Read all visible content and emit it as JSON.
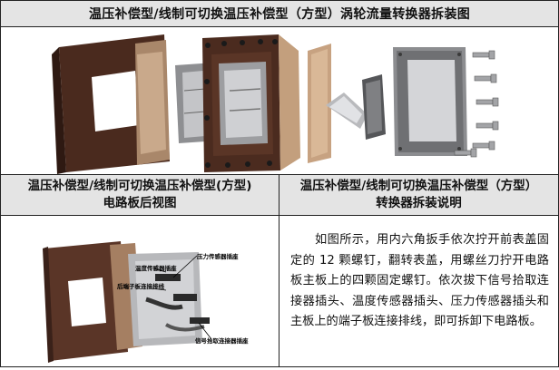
{
  "page": {
    "title": "温压补偿型/线制可切换温压补偿型（方型）涡轮流量转换器拆装图"
  },
  "left_panel": {
    "heading_line1": "温压补偿型/线制可切换温压补偿型(方型)",
    "heading_line2": "电路板后视图",
    "labels": {
      "pressure_sensor_plug": "压力传感器插座",
      "temp_sensor_plug": "温度传感器插座",
      "terminal_board_cable": "后端子板连接排线",
      "signal_pickup_plug": "信号拾取连接器插座"
    }
  },
  "right_panel": {
    "heading_line1": "温压补偿型/线制可切换温压补偿型（方型）",
    "heading_line2": "转换器拆装说明",
    "instructions": "如图所示，用内六角扳手依次拧开前表盖固定的 12 颗螺钉，翻转表盖，用螺丝刀拧开电路板主板上的四颗固定螺钉。依次拔下信号拾取连接器插头、温度传感器插头、压力传感器插头和主板上的端子板连接排线，即可拆卸下电路板。"
  }
}
